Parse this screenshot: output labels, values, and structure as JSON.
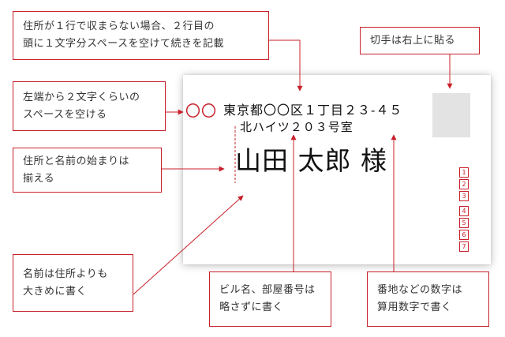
{
  "callouts": {
    "top_line_note": "住所が１行で収まらない場合、２行目の\n頭に１文字分スペースを空けて続きを記載",
    "stamp_note": "切手は右上に貼る",
    "left_space_note": "左端から２文字くらいの\nスペースを空ける",
    "align_note": "住所と名前の始まりは\n揃える",
    "name_size_note": "名前は住所よりも\n大きめに書く",
    "building_note": "ビル名、部屋番号は\n略さずに書く",
    "numerals_note": "番地などの数字は\n算用数字で書く"
  },
  "postcard": {
    "space_marks": "〇〇",
    "address_line1": "東京都〇〇区１丁目２３-４５",
    "address_line2": "北ハイツ２０３号室",
    "recipient_name": "山田 太郎 様",
    "zip_digits": [
      "1",
      "2",
      "3",
      "4",
      "5",
      "6",
      "7"
    ]
  },
  "colors": {
    "accent": "#c8202a",
    "stamp_placeholder": "#e3e3e3"
  }
}
